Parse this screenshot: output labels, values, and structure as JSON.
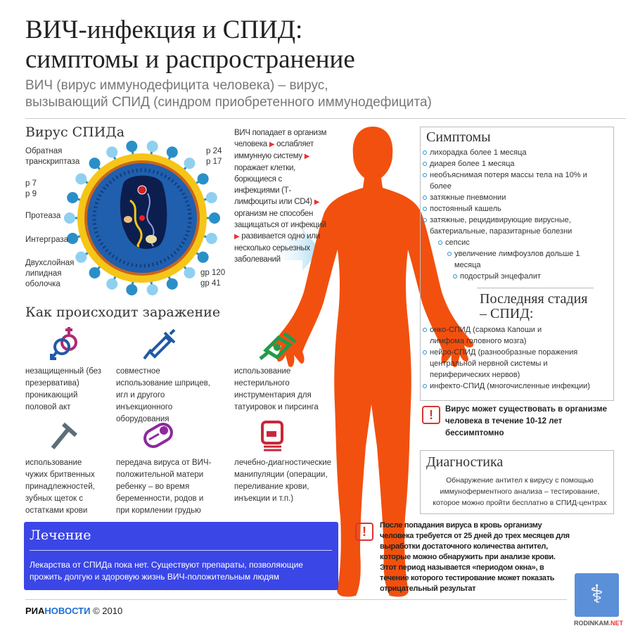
{
  "header": {
    "title_line1": "ВИЧ-инфекция и СПИД:",
    "title_line2": "симптомы и распространение",
    "subtitle_line1": "ВИЧ (вирус иммунодефицита человека) – вирус,",
    "subtitle_line2": "вызывающий СПИД (синдром приобретенного иммунодефицита)"
  },
  "virus": {
    "title": "Вирус СПИДа",
    "labels": {
      "rt1": "Обратная",
      "rt2": "транскриптаза",
      "p7": "p 7",
      "p9": "p 9",
      "protease": "Протеаза",
      "integrase": "Интерграза",
      "lip1": "Двухслойная",
      "lip2": "липидная",
      "lip3": "оболочка",
      "p24": "p 24",
      "p17": "p 17",
      "gp120": "gp 120",
      "gp41": "gp  41"
    }
  },
  "progression": [
    "ВИЧ попадает в организм человека",
    "ослабляет иммунную систему",
    "поражает клетки, борющиеся с инфекциями (Т-лимфоциты или CD4)",
    "организм не способен защищаться от инфекций",
    "развивается одно или несколько серьезных заболеваний"
  ],
  "symptoms": {
    "title": "Симптомы",
    "items": [
      "лихорадка более 1 месяца",
      "диарея более 1 месяца",
      "необъяснимая потеря массы тела на 10% и более",
      "затяжные  пневмонии",
      "постоянный кашель",
      "затяжные, рецидивирующие вирусные, бактериальные, паразитарные болезни",
      "сепсис",
      "увеличение лимфоузлов дольше 1 месяца",
      "подострый энцефалит"
    ]
  },
  "last_stage": {
    "title1": "Последняя стадия",
    "title2": "– СПИД:",
    "items": [
      "онко-СПИД (саркома Капоши и лимфома головного мозга)",
      "нейро-СПИД (разнообразные поражения центральной нервной системы и периферических нервов)",
      "инфекто-СПИД (многочисленные инфекции)"
    ]
  },
  "warning1": {
    "icon": "!",
    "text": "Вирус может существовать в организме человека в течение 10-12 лет бессимптомно"
  },
  "diagnostics": {
    "title": "Диагностика",
    "text": "Обнаружение антител к вирусу с помощью иммуноферментного анализа – тестирование, которое можно пройти бесплатно в СПИД-центрах"
  },
  "infection": {
    "title": "Как происходит заражение",
    "items": [
      {
        "icon": "gender-symbols-icon",
        "text": "незащищенный (без презерватива) проникающий половой акт"
      },
      {
        "icon": "syringe-icon",
        "text": "совместное использование шприцев, игл и другого инъекционного оборудования"
      },
      {
        "icon": "tattoo-machine-icon",
        "text": "использование нестерильного инструментария для татуировок и пирсинга"
      },
      {
        "icon": "razor-icon",
        "text": "использование чужих бритвенных принадлежностей, зубных щеток с остатками крови"
      },
      {
        "icon": "baby-icon",
        "text": "передача вируса от ВИЧ-положительной матери ребенку – во время беременности, родов и при кормлении грудью"
      },
      {
        "icon": "blood-bag-icon",
        "text": "лечебно-диагностические манипуляции (операции, переливание крови, инъекции и т.п.)"
      }
    ]
  },
  "treatment": {
    "title": "Лечение",
    "text": "Лекарства от СПИДа пока нет. Существуют препараты, позволяющие прожить долгую и здоровую жизнь ВИЧ-положительным людям"
  },
  "warning2": {
    "icon": "!",
    "text": "После попадания вируса в кровь организму человека требуется от 25 дней до трех месяцев для выработки достаточного количества антител, которые можно обнаружить при анализе крови. Этот период называется «периодом окна», в течение которого тестирование может показать отрицательный результат"
  },
  "footer": {
    "logo_ria": "РИА",
    "logo_novosti": "НОВОСТИ",
    "copyright": "© 2010",
    "watermark_a": "RODINKAM",
    "watermark_b": ".NET"
  },
  "colors": {
    "body": "#f2500f",
    "treatment": "#3a46e6",
    "accent": "#2a8fc8",
    "warning": "#d33333"
  }
}
